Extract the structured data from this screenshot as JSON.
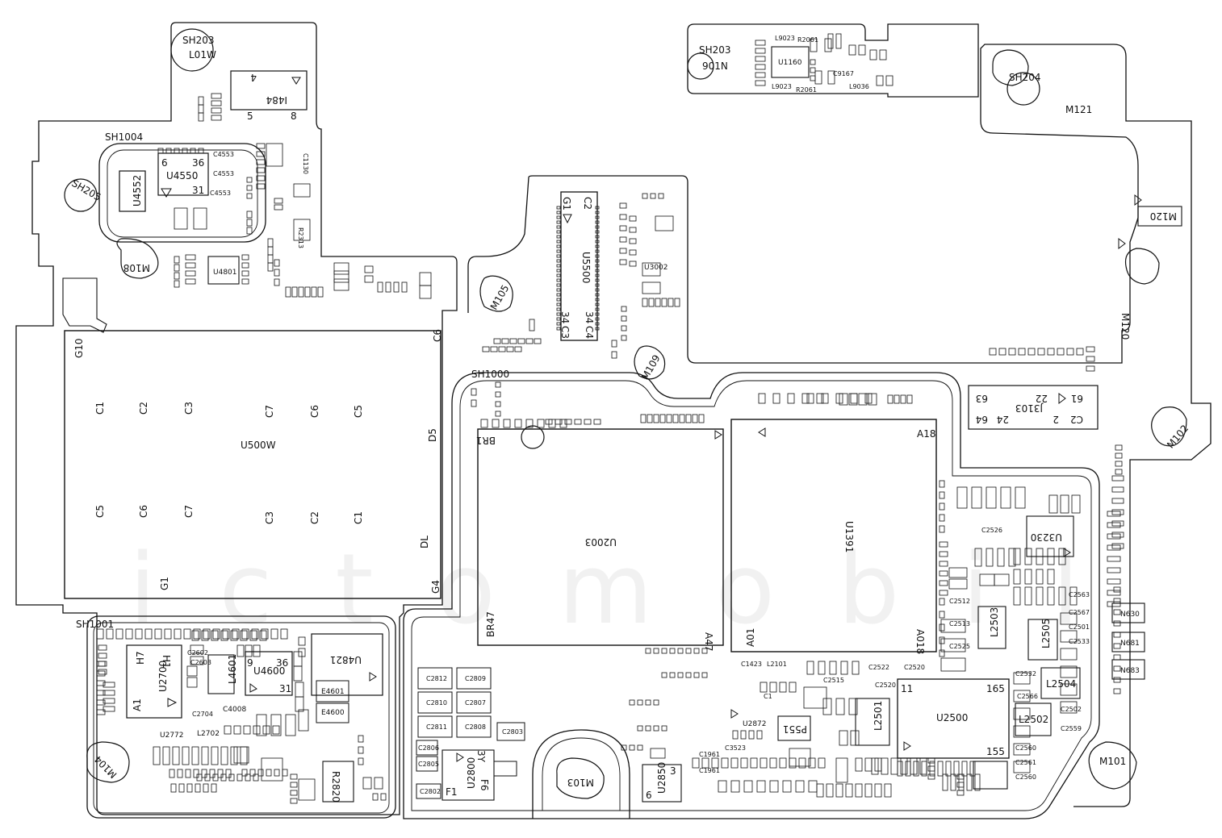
{
  "colors": {
    "line": "#111111",
    "background": "#ffffff",
    "watermark": "#f2f2f2"
  },
  "watermark": "ictomobil",
  "shields": {
    "sh203_left": "SH203",
    "l01w": "L01W",
    "sh203_right": "SH203",
    "n901": "901N",
    "sh204": "SH204",
    "sh205": "SH205",
    "sh1004": "SH1004",
    "sh1001": "SH1001",
    "sh1000": "SH1000"
  },
  "mounts": {
    "m108": "M108",
    "m105": "M105",
    "m109": "M109",
    "m121": "M121",
    "m120": "M120",
    "m1201": "M120",
    "m102": "M102",
    "m101": "M101",
    "m103": "M103",
    "m104": "M104"
  },
  "chips": {
    "u500w": "U500W",
    "u2003": "U2003",
    "u1391": "U1391",
    "u5500": "U5500",
    "u4550": "U4550",
    "u4552": "U4552",
    "i484": "I484",
    "u1160": "U1160",
    "j3103": "J3103",
    "u2700": "U2700",
    "u4600": "U4600",
    "l4601": "L4601",
    "u4821": "U4821",
    "u2500": "U2500",
    "l2504": "L2504",
    "l2502": "L2502",
    "l2501": "L2501",
    "l2505": "L2505",
    "l2503": "L2503",
    "u2800": "U2800",
    "u2850": "U2850",
    "u3230": "U3230",
    "r2820": "R2820",
    "p551": "P551",
    "n630": "N630",
    "n681": "N681",
    "n683": "N683",
    "u4801": "U4801",
    "u3002": "U3002",
    "u2872": "U2872",
    "e4601": "E4601",
    "e4600": "E4600",
    "u2772": "U2772",
    "l2702": "L2702",
    "c4008": "C4008"
  },
  "pins": {
    "u500w_top": [
      "C1",
      "C2",
      "C3",
      "C7",
      "C6",
      "C5"
    ],
    "u500w_bottom": [
      "C5",
      "C6",
      "C7",
      "C3",
      "C2",
      "C1"
    ],
    "g10": "G10",
    "g1": "G1",
    "g4": "G4",
    "c6": "C6",
    "d5": "D5",
    "dl": "DL",
    "br1": "BR1",
    "br47": "BR47",
    "a47": "A47",
    "a18": "A18",
    "a01": "A01",
    "a018": "A018",
    "u5500_top": [
      "G1",
      "C2"
    ],
    "u5500_bottom": [
      "34",
      "34",
      "C3",
      "C4"
    ],
    "j3103_top": [
      "63",
      "22",
      "61"
    ],
    "j3103_bottom": [
      "64",
      "24",
      "2",
      "C2"
    ],
    "u4550_pins": [
      "6",
      "36",
      "31"
    ],
    "i484_pins": [
      "4",
      "5",
      "8"
    ],
    "u2500_pins": [
      "11",
      "165",
      "155"
    ],
    "u4600_pins": [
      "9",
      "36",
      "31"
    ],
    "u2700_pins": [
      "H7",
      "H1",
      "A1"
    ],
    "u2800_pins": [
      "3Y",
      "F1",
      "F6"
    ],
    "u2850_pins": [
      "3",
      "6"
    ],
    "u2872_pins": [
      "C1"
    ]
  },
  "components": {
    "c2812": "C2812",
    "c2809": "C2809",
    "c2810": "C2810",
    "c2807": "C2807",
    "c2811": "C2811",
    "c2808": "C2808",
    "c2806": "C2806",
    "c2805": "C2805",
    "c2802": "C2802",
    "c2803": "C2803",
    "c4553a": "C4553",
    "c4553b": "C4553",
    "c4553c": "C4553",
    "c2522": "C2522",
    "c2520": "C2520",
    "c2520b": "C2520",
    "c2515": "C2515",
    "c2512": "C2512",
    "c2513": "C2513",
    "c2525": "C2525",
    "c2526": "C2526",
    "c2502": "C2502",
    "l2101": "L2101",
    "c1423": "C1423",
    "c1961": "C1961",
    "c1961b": "C1961",
    "c3523": "C3523",
    "r2061a": "R2061",
    "r2061b": "R2061",
    "l9023a": "L9023",
    "l9023b": "L9023",
    "c9167": "C9167",
    "l9036": "L9036",
    "c2704": "C2704",
    "c2602": "C2602",
    "c2603": "C2603",
    "c1130": "C1130",
    "r2313": "R2313",
    "c2532": "C2532",
    "c2533": "C2533",
    "c2559": "C2559",
    "c2501": "C2501",
    "c2560": "C2560",
    "c2563": "C2563",
    "c2566": "C2566",
    "c2567": "C2567",
    "c2560b": "C2560",
    "c2561": "C2561"
  }
}
